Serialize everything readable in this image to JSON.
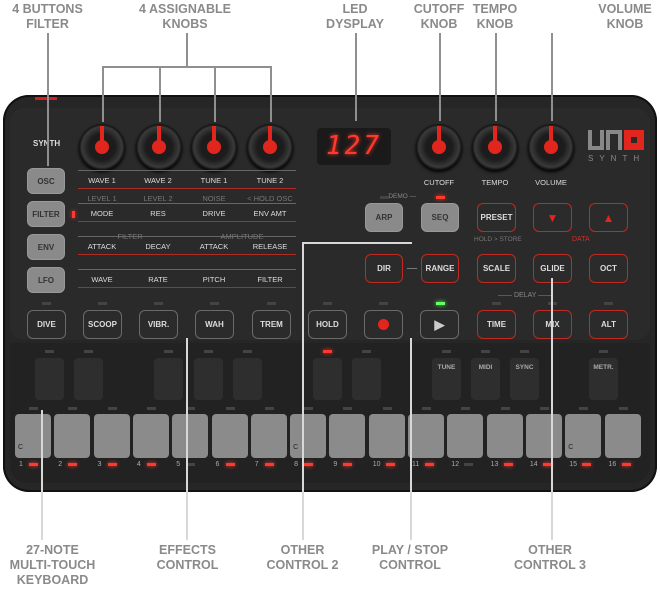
{
  "callouts": {
    "buttons_filter": "4 BUTTONS\nFILTER",
    "assignable_knobs": "4 ASSIGNABLE\nKNOBS",
    "led_display": "LED\nDYSPLAY",
    "cutoff_knob": "CUTOFF\nKNOB",
    "tempo_knob": "TEMPO\nKNOB",
    "volume_knob": "VOLUME\nKNOB",
    "keyboard": "27-NOTE\nMULTI-TOUCH\nKEYBOARD",
    "effects": "EFFECTS\nCONTROL",
    "other2": "OTHER\nCONTROL 2",
    "playstop": "PLAY / STOP\nCONTROL",
    "other3": "OTHER\nCONTROL 3"
  },
  "synth": {
    "section_label": "SYNTH",
    "display_value": "127",
    "logo_text": "UNO",
    "logo_sub": "SYNTH",
    "knob_labels": {
      "cutoff": "CUTOFF",
      "tempo": "TEMPO",
      "volume": "VOLUME"
    },
    "filter_buttons": [
      "OSC",
      "FILTER",
      "ENV",
      "LFO"
    ],
    "param_rows": [
      {
        "main": [
          "WAVE 1",
          "WAVE 2",
          "TUNE 1",
          "TUNE 2"
        ],
        "sub": [
          "LEVEL 1",
          "LEVEL 2",
          "NOISE",
          "< HOLD OSC"
        ]
      },
      {
        "main": [
          "MODE",
          "RES",
          "DRIVE",
          "ENV AMT"
        ]
      },
      {
        "main": [
          "ATTACK",
          "DECAY",
          "ATTACK",
          "RELEASE"
        ],
        "groups": [
          "FILTER",
          "AMPLITUDE"
        ]
      },
      {
        "main": [
          "WAVE",
          "RATE",
          "PITCH",
          "FILTER"
        ]
      }
    ],
    "effects_buttons": [
      "DIVE",
      "SCOOP",
      "VIBR.",
      "WAH",
      "TREM"
    ],
    "hold": "HOLD",
    "demo": "DEMO",
    "arp": "ARP",
    "seq": "SEQ",
    "preset": "PRESET",
    "hold_store": "HOLD > STORE",
    "data": "DATA",
    "dir": "DIR",
    "range": "RANGE",
    "scale": "SCALE",
    "glide": "GLIDE",
    "oct": "OCT",
    "delay": "DELAY",
    "time": "TIME",
    "mix": "MIX",
    "alt": "ALT",
    "pads": [
      "",
      "",
      "",
      "",
      "",
      "",
      "",
      "",
      "TUNE",
      "MIDI",
      "SYNC",
      "METR."
    ],
    "key_notes": [
      "C",
      "",
      "",
      "",
      "",
      "",
      "",
      "C",
      "",
      "",
      "",
      "",
      "",
      "",
      "C",
      ""
    ],
    "step_numbers": [
      "1",
      "2",
      "3",
      "4",
      "5",
      "6",
      "7",
      "8",
      "9",
      "10",
      "11",
      "12",
      "13",
      "14",
      "15",
      "16"
    ],
    "step_leds_on": [
      true,
      true,
      true,
      true,
      false,
      true,
      true,
      true,
      true,
      true,
      true,
      false,
      true,
      true,
      true,
      true
    ],
    "accent": "#e3261d"
  }
}
